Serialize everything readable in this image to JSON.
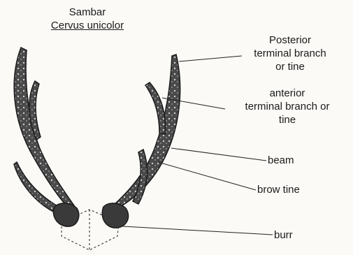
{
  "title": {
    "common_name": "Sambar",
    "scientific_name": "Cervus unicolor"
  },
  "labels": {
    "posterior": "Posterior\nterminal branch\nor tine",
    "anterior": "anterior\nterminal branch or\ntine",
    "beam": "beam",
    "brow_tine": "brow tine",
    "burr": "burr"
  },
  "colors": {
    "antler_fill": "#3a3a3a",
    "antler_highlight": "#bdbdbd",
    "line": "#222222",
    "background": "#fbfaf7"
  }
}
